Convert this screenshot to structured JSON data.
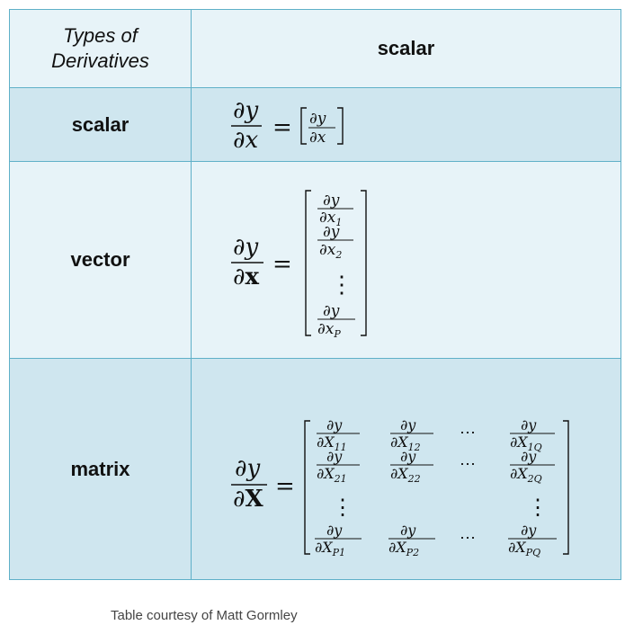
{
  "table": {
    "corner_line1": "Types of",
    "corner_line2": "Derivatives",
    "column_header": "scalar",
    "rows": [
      {
        "label": "scalar"
      },
      {
        "label": "vector"
      },
      {
        "label": "matrix"
      }
    ]
  },
  "formulas": {
    "scalar": {
      "lhs_num": "∂y",
      "lhs_den": "∂x",
      "equals": "=",
      "entry_num": "∂y",
      "entry_den": "∂x"
    },
    "vector": {
      "lhs_num": "∂y",
      "lhs_den": "∂x",
      "equals": "=",
      "entries": [
        {
          "num": "∂y",
          "den": "∂x",
          "sub": "1"
        },
        {
          "num": "∂y",
          "den": "∂x",
          "sub": "2"
        },
        {
          "num": "∂y",
          "den": "∂x",
          "sub": "P"
        }
      ],
      "vdots": "⋮"
    },
    "matrix": {
      "lhs_num": "∂y",
      "lhs_den": "∂X",
      "equals": "=",
      "entries": [
        {
          "num": "∂y",
          "den": "∂X",
          "sub": "11"
        },
        {
          "num": "∂y",
          "den": "∂X",
          "sub": "12"
        },
        {
          "num": "∂y",
          "den": "∂X",
          "sub": "1Q"
        },
        {
          "num": "∂y",
          "den": "∂X",
          "sub": "21"
        },
        {
          "num": "∂y",
          "den": "∂X",
          "sub": "22"
        },
        {
          "num": "∂y",
          "den": "∂X",
          "sub": "2Q"
        },
        {
          "num": "∂y",
          "den": "∂X",
          "sub": "P1"
        },
        {
          "num": "∂y",
          "den": "∂X",
          "sub": "P2"
        },
        {
          "num": "∂y",
          "den": "∂X",
          "sub": "PQ"
        }
      ],
      "cdots": "⋯",
      "vdots": "⋮"
    }
  },
  "caption": "Table courtesy of Matt Gormley"
}
